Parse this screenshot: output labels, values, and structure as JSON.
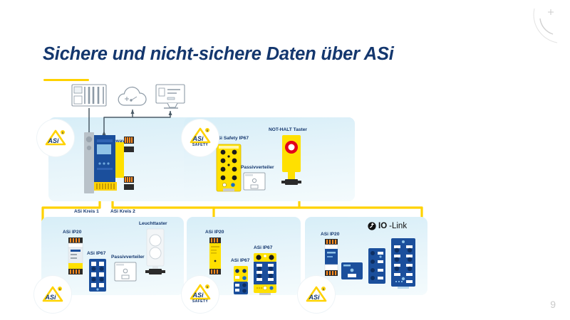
{
  "slide": {
    "title": "Sichere und nicht-sichere Daten über ASi",
    "page_number": "9",
    "accent_color": "#ffd200",
    "title_color": "#14376e",
    "panel_color": "#dcf0f9",
    "cable_color": "#ffd200",
    "safety_yellow": "#ffe000",
    "device_blue": "#1b4f9c"
  },
  "badges": {
    "gateway": {
      "name": "ASi",
      "sub": ""
    },
    "safety_top": {
      "name": "ASi",
      "sub": "SAFETY"
    },
    "bottom_left": {
      "name": "ASi",
      "sub": ""
    },
    "bottom_middle": {
      "name": "ASi",
      "sub": "SAFETY"
    },
    "bottom_right": {
      "name": "ASi",
      "sub": ""
    }
  },
  "top_row": {
    "plc_label": "plc-icon",
    "cloud_label": "cloud-icon",
    "monitor_label": "monitor-icon",
    "gateway_label": "Gateway",
    "circuit_1": "ASi Kreis 1",
    "circuit_2": "ASi Kreis 2"
  },
  "safety_panel": {
    "module_label": "ASi Safety IP67",
    "button_label": "NOT-HALT Taster",
    "splitter_label": "Passivverteiler"
  },
  "bottom_left_panel": {
    "ip20_label": "ASi IP20",
    "ip67_label": "ASi IP67",
    "splitter_label": "Passivverteiler",
    "lamp_label": "Leuchttaster"
  },
  "bottom_middle_panel": {
    "ip20_label": "ASi IP20",
    "ip67_label_small": "ASi IP67",
    "ip67_label_large": "ASi IP67"
  },
  "bottom_right_panel": {
    "ip20_label": "ASi IP20",
    "iolink_brand": "IO",
    "iolink_suffix": "-Link"
  }
}
